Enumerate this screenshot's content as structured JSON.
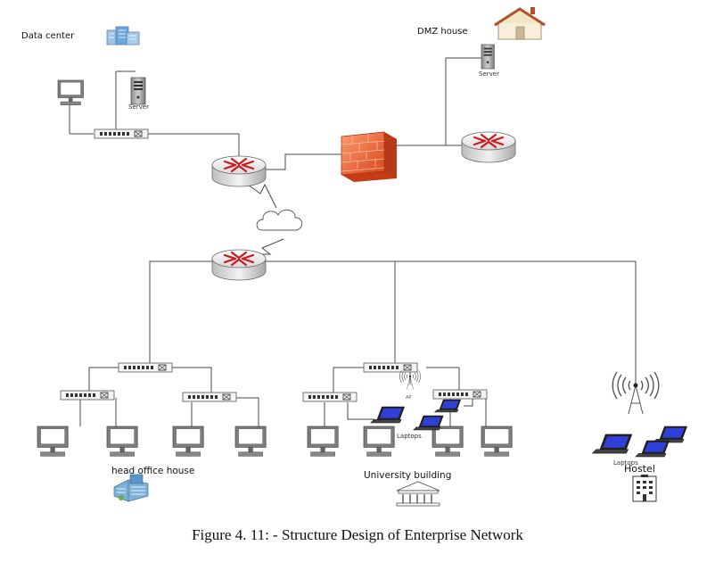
{
  "labels": {
    "data_center": "Data center",
    "dmz_house": "DMZ house",
    "server_left": "Server",
    "server_dmz": "Server",
    "head_office": "head office house",
    "university": "University building",
    "hostel": "Hostel",
    "laptops_uni": "Laptops",
    "laptops_hostel": "Laptops",
    "ap": "AP"
  },
  "caption": "Figure 4. 11: - Structure Design of Enterprise Network"
}
